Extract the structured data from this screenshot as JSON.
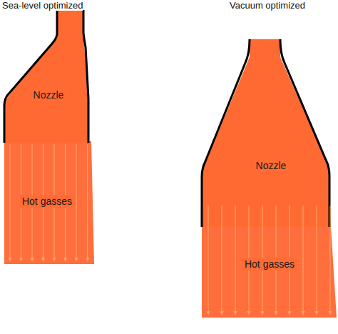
{
  "diagram": {
    "nodes": [
      {
        "text": [
          "Nozzle"
        ]
      },
      {
        "text": [
          "Hot gasses"
        ]
      },
      {
        "text": [
          "Nozzle"
        ]
      },
      {
        "text": [
          "Hot gasses"
        ]
      }
    ],
    "labels": [
      "Sea-level optimized",
      "Vacuum optimized"
    ]
  }
}
